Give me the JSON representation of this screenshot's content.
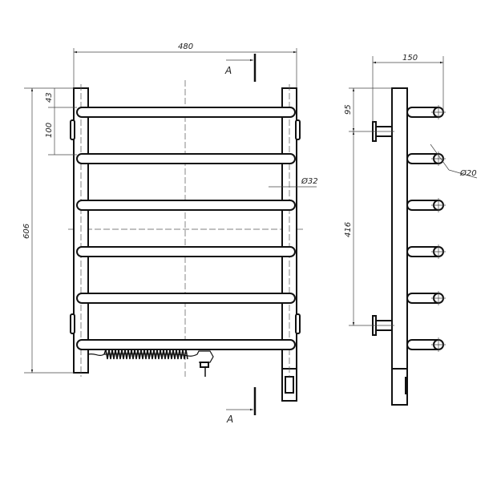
{
  "dimensions": {
    "width": "480",
    "height": "606",
    "top_offset": "43",
    "rail_pitch": "100",
    "post_diameter": "Ø32",
    "depth": "150",
    "mount_offset": "95",
    "mount_spacing": "416",
    "rail_diameter": "Ø20"
  },
  "section_labels": {
    "top": "A",
    "bottom": "A"
  },
  "colors": {
    "line": "#111111",
    "background": "#ffffff"
  }
}
